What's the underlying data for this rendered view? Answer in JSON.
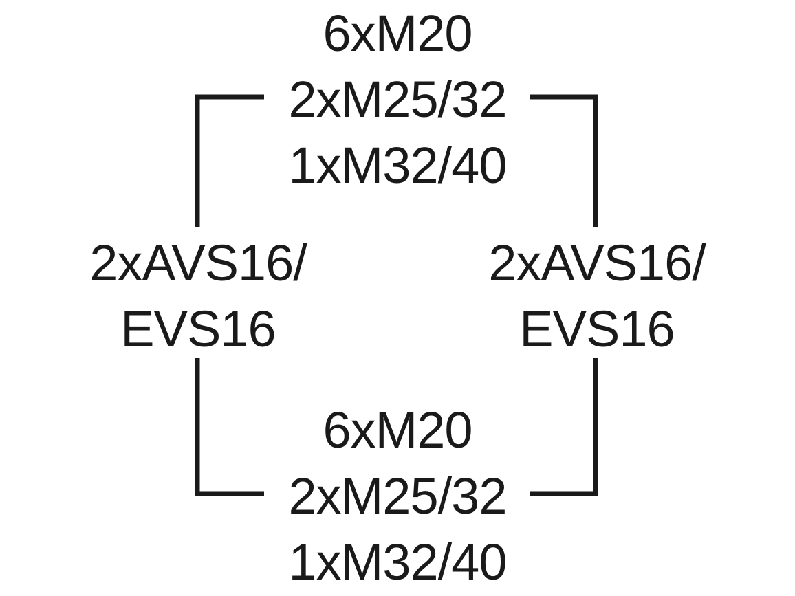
{
  "top": {
    "line1": "6xM20",
    "line2": "2xM25/32",
    "line3": "1xM32/40"
  },
  "bottom": {
    "line1": "6xM20",
    "line2": "2xM25/32",
    "line3": "1xM32/40"
  },
  "left": {
    "line1": "2xAVS16/",
    "line2": "EVS16"
  },
  "right": {
    "line1": "2xAVS16/",
    "line2": "EVS16"
  },
  "colors": {
    "line": "#1a1a1a",
    "text": "#1a1a1a",
    "background": "#ffffff"
  }
}
